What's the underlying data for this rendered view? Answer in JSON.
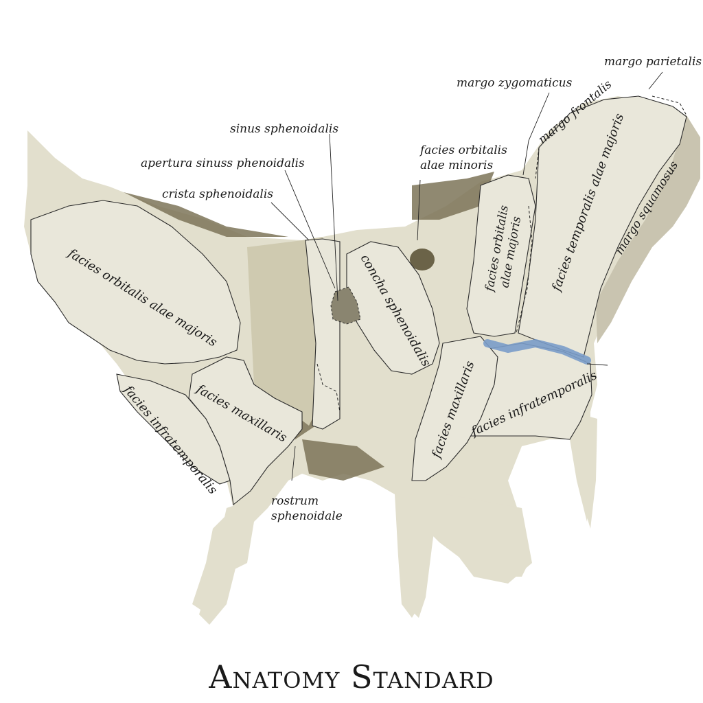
{
  "brand": "Anatomy Standard",
  "labels": {
    "margo_parietalis": "margo parietalis",
    "margo_zygomaticus": "margo zygomaticus",
    "margo_frontalis": "margo frontalis",
    "sinus_sphenoidalis": "sinus sphenoidalis",
    "apertura": "apertura sinuss phenoidalis",
    "crista_sphenoidalis": "crista sphenoidalis",
    "facies_orbitalis_alae_minoris_1": "facies orbitalis",
    "facies_orbitalis_alae_minoris_2": "alae minoris",
    "facies_orbitalis_alae_majoris_left": "facies orbitalis alae majoris",
    "concha_sphenoidalis": "concha sphenoidalis",
    "facies_orbitalis_alae_majoris_right_1": "facies orbitalis",
    "facies_orbitalis_alae_majoris_right_2": "alae majoris",
    "facies_temporalis_alae_majoris": "facies temporalis alae majoris",
    "margo_squamosus": "margo squamosus",
    "facies_maxillaris_left": "facies maxillaris",
    "facies_infratemporalis_left": "facies infratemporalis",
    "facies_maxillaris_right": "facies maxillaris",
    "facies_infratemporalis_right": "facies infratemporalis",
    "rostrum_1": "rostrum",
    "rostrum_2": "sphenoidale"
  },
  "colors": {
    "bone": "#e2dfcd",
    "region": "#e9e7da",
    "shadow": "#7c7458",
    "groove": "#7a9cc9"
  }
}
